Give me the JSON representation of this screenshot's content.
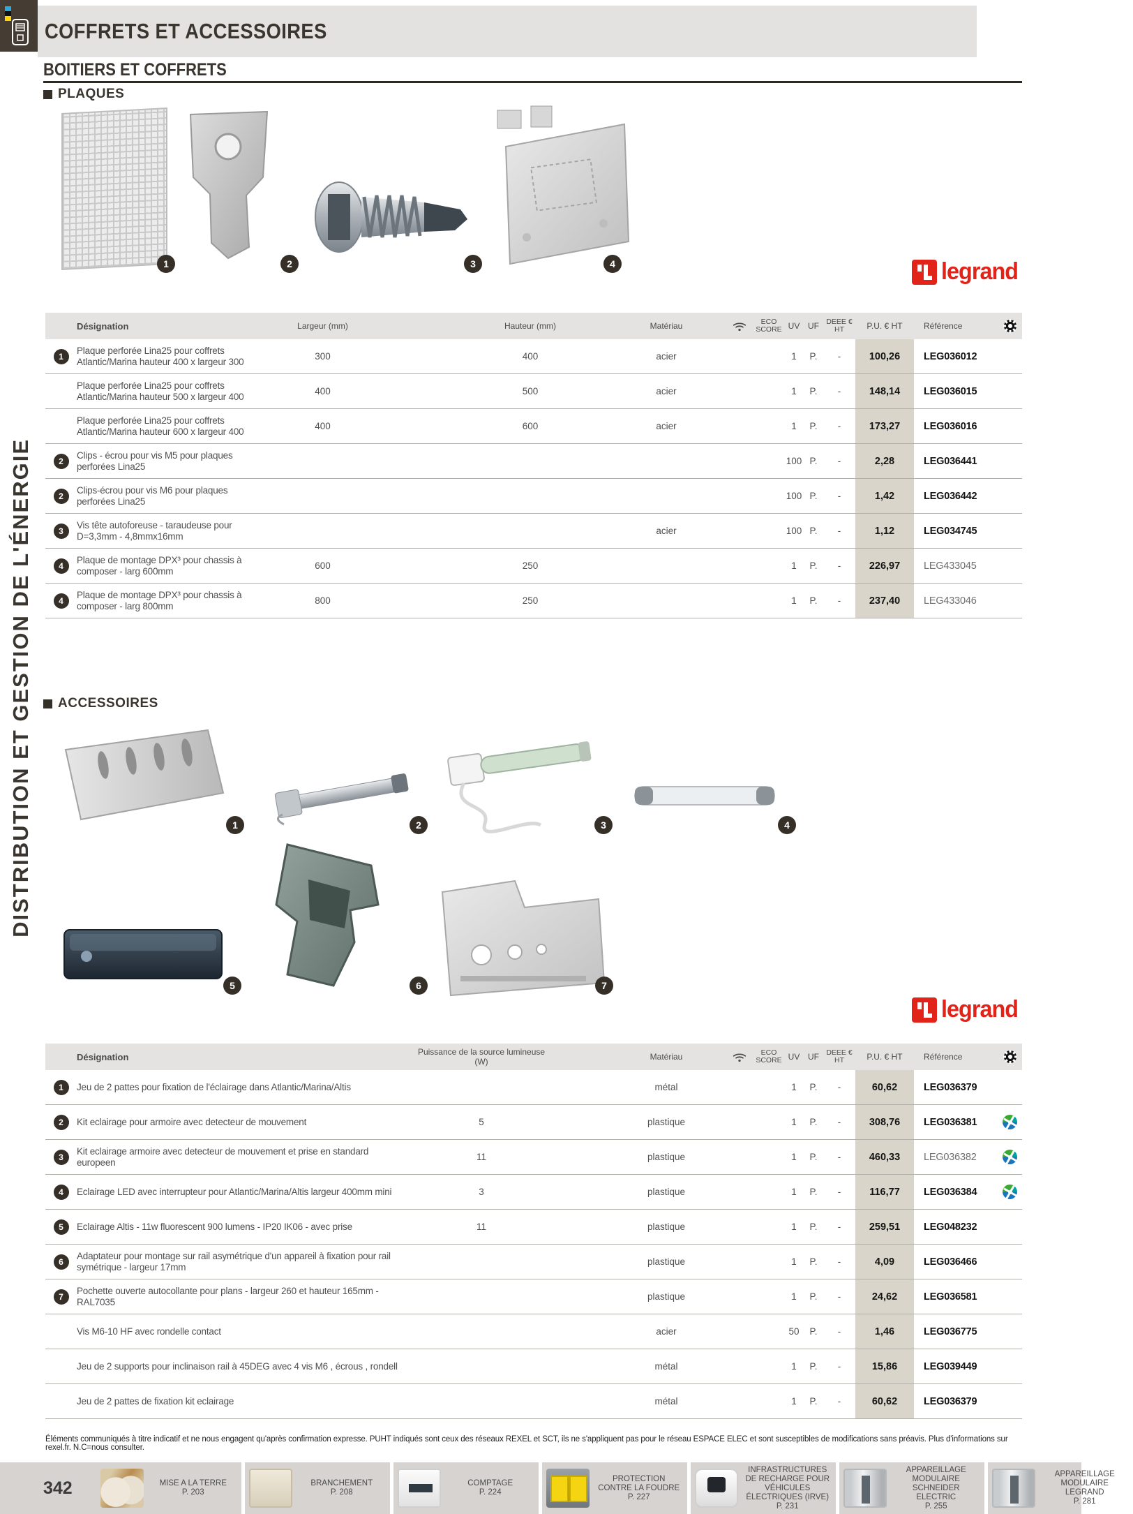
{
  "header": {
    "section_title": "COFFRETS ET ACCESSOIRES",
    "subsection_title": "BOITIERS ET COFFRETS"
  },
  "sidebar": {
    "vertical_text": "DISTRIBUTION ET GESTION DE L'ÉNERGIE"
  },
  "brand": {
    "name": "legrand",
    "color": "#e2231a"
  },
  "sections": {
    "plaques": "PLAQUES",
    "accessoires": "ACCESSOIRES"
  },
  "badges": {
    "plaques": [
      "1",
      "2",
      "3",
      "4"
    ],
    "accessoires": [
      "1",
      "2",
      "3",
      "4",
      "5",
      "6",
      "7"
    ]
  },
  "shared_headers": {
    "designation": "Désignation",
    "materiau": "Matériau",
    "eco_score": "ECO SCORE",
    "uv": "UV",
    "uf": "UF",
    "deee": "DEEE € HT",
    "pu": "P.U. € HT",
    "reference": "Référence"
  },
  "table1": {
    "headers": {
      "largeur": "Largeur (mm)",
      "hauteur": "Hauteur (mm)"
    },
    "rows": [
      {
        "badge": "1",
        "designation": "Plaque perforée Lina25 pour coffrets Atlantic/Marina hauteur 400 x largeur 300",
        "largeur": "300",
        "hauteur": "400",
        "materiau": "acier",
        "uv": "1",
        "uf": "P.",
        "deee": "-",
        "pu": "100,26",
        "ref": "LEG036012"
      },
      {
        "badge": "",
        "designation": "Plaque perforée Lina25 pour coffrets Atlantic/Marina hauteur 500 x largeur 400",
        "largeur": "400",
        "hauteur": "500",
        "materiau": "acier",
        "uv": "1",
        "uf": "P.",
        "deee": "-",
        "pu": "148,14",
        "ref": "LEG036015"
      },
      {
        "badge": "",
        "designation": "Plaque perforée Lina25 pour coffrets Atlantic/Marina hauteur 600 x largeur 400",
        "largeur": "400",
        "hauteur": "600",
        "materiau": "acier",
        "uv": "1",
        "uf": "P.",
        "deee": "-",
        "pu": "173,27",
        "ref": "LEG036016"
      },
      {
        "badge": "2",
        "designation": "Clips - écrou pour vis M5 pour plaques perforées Lina25",
        "largeur": "",
        "hauteur": "",
        "materiau": "",
        "uv": "100",
        "uf": "P.",
        "deee": "-",
        "pu": "2,28",
        "ref": "LEG036441"
      },
      {
        "badge": "2",
        "designation": "Clips-écrou pour vis M6 pour plaques perforées Lina25",
        "largeur": "",
        "hauteur": "",
        "materiau": "",
        "uv": "100",
        "uf": "P.",
        "deee": "-",
        "pu": "1,42",
        "ref": "LEG036442"
      },
      {
        "badge": "3",
        "designation": "Vis tête autoforeuse - taraudeuse pour D=3,3mm - 4,8mmx16mm",
        "largeur": "",
        "hauteur": "",
        "materiau": "acier",
        "uv": "100",
        "uf": "P.",
        "deee": "-",
        "pu": "1,12",
        "ref": "LEG034745"
      },
      {
        "badge": "4",
        "designation": "Plaque de montage DPX³ pour chassis à composer - larg 600mm",
        "largeur": "600",
        "hauteur": "250",
        "materiau": "",
        "uv": "1",
        "uf": "P.",
        "deee": "-",
        "pu": "226,97",
        "ref": "LEG433045",
        "ref_light": true
      },
      {
        "badge": "4",
        "designation": "Plaque de montage DPX³ pour chassis à composer - larg 800mm",
        "largeur": "800",
        "hauteur": "250",
        "materiau": "",
        "uv": "1",
        "uf": "P.",
        "deee": "-",
        "pu": "237,40",
        "ref": "LEG433046",
        "ref_light": true
      }
    ]
  },
  "table2": {
    "headers": {
      "puissance": "Puissance de la source lumineuse (W)"
    },
    "rows": [
      {
        "badge": "1",
        "designation": "Jeu de 2 pattes pour fixation de l'éclairage dans Atlantic/Marina/Altis",
        "puissance": "",
        "materiau": "métal",
        "uv": "1",
        "uf": "P.",
        "deee": "-",
        "pu": "60,62",
        "ref": "LEG036379"
      },
      {
        "badge": "2",
        "designation": "Kit eclairage pour armoire avec detecteur de mouvement",
        "puissance": "5",
        "materiau": "plastique",
        "uv": "1",
        "uf": "P.",
        "deee": "-",
        "pu": "308,76",
        "ref": "LEG036381",
        "eco": true
      },
      {
        "badge": "3",
        "designation": "Kit eclairage armoire avec detecteur de mouvement et prise en standard europeen",
        "puissance": "11",
        "materiau": "plastique",
        "uv": "1",
        "uf": "P.",
        "deee": "-",
        "pu": "460,33",
        "ref": "LEG036382",
        "ref_light": true,
        "eco": true
      },
      {
        "badge": "4",
        "designation": "Eclairage LED avec interrupteur pour Atlantic/Marina/Altis largeur 400mm mini",
        "puissance": "3",
        "materiau": "plastique",
        "uv": "1",
        "uf": "P.",
        "deee": "-",
        "pu": "116,77",
        "ref": "LEG036384",
        "eco": true
      },
      {
        "badge": "5",
        "designation": "Eclairage Altis - 11w fluorescent 900 lumens - IP20 IK06 - avec prise",
        "puissance": "11",
        "materiau": "plastique",
        "uv": "1",
        "uf": "P.",
        "deee": "-",
        "pu": "259,51",
        "ref": "LEG048232"
      },
      {
        "badge": "6",
        "designation": "Adaptateur pour montage sur rail asymétrique d'un appareil à fixation pour rail symétrique - largeur 17mm",
        "puissance": "",
        "materiau": "plastique",
        "uv": "1",
        "uf": "P.",
        "deee": "-",
        "pu": "4,09",
        "ref": "LEG036466"
      },
      {
        "badge": "7",
        "designation": "Pochette ouverte autocollante pour plans - largeur 260 et hauteur 165mm - RAL7035",
        "puissance": "",
        "materiau": "plastique",
        "uv": "1",
        "uf": "P.",
        "deee": "-",
        "pu": "24,62",
        "ref": "LEG036581"
      },
      {
        "badge": "",
        "designation": "Vis M6-10 HF avec rondelle contact",
        "puissance": "",
        "materiau": "acier",
        "uv": "50",
        "uf": "P.",
        "deee": "-",
        "pu": "1,46",
        "ref": "LEG036775"
      },
      {
        "badge": "",
        "designation": "Jeu de 2 supports pour inclinaison rail à 45DEG avec 4 vis M6 , écrous , rondell",
        "puissance": "",
        "materiau": "métal",
        "uv": "1",
        "uf": "P.",
        "deee": "-",
        "pu": "15,86",
        "ref": "LEG039449"
      },
      {
        "badge": "",
        "designation": "Jeu de 2 pattes de fixation kit eclairage",
        "puissance": "",
        "materiau": "métal",
        "uv": "1",
        "uf": "P.",
        "deee": "-",
        "pu": "60,62",
        "ref": "LEG036379"
      }
    ]
  },
  "disclaimer": "Éléments communiqués à titre indicatif et ne nous engagent qu'après confirmation expresse. PUHT indiqués sont ceux des réseaux REXEL et SCT, ils ne s'appliquent pas pour le réseau ESPACE ELEC et sont susceptibles de modifications sans préavis. Plus d'informations sur rexel.fr. N.C=nous consulter.",
  "footer": {
    "page_number": "342",
    "items": [
      {
        "label": "MISE A LA TERRE",
        "page": "P. 203",
        "thumb": "th-earth"
      },
      {
        "label": "BRANCHEMENT",
        "page": "P. 208",
        "thumb": "th-door"
      },
      {
        "label": "COMPTAGE",
        "page": "P. 224",
        "thumb": "th-meter"
      },
      {
        "label": "PROTECTION CONTRE LA FOUDRE",
        "page": "P. 227",
        "thumb": "th-fuse"
      },
      {
        "label": "INFRASTRUCTURES DE RECHARGE POUR VÉHICULES ÉLECTRIQUES (IRVE)",
        "page": "P. 231",
        "thumb": "th-ev"
      },
      {
        "label": "APPAREILLAGE MODULAIRE SCHNEIDER ELECTRIC",
        "page": "P. 255",
        "thumb": "th-brk"
      },
      {
        "label": "APPAREILLAGE MODULAIRE LEGRAND",
        "page": "P. 281",
        "thumb": "th-brk"
      }
    ]
  }
}
